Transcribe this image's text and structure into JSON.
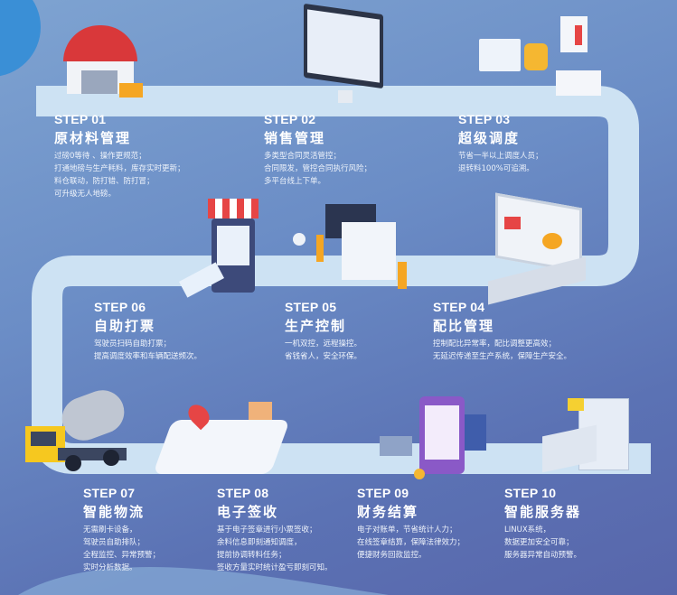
{
  "colors": {
    "path": "#cde2f3",
    "accent": "#e64545",
    "orange": "#f5a623"
  },
  "steps": [
    {
      "num": "STEP 01",
      "title": "原材料管理",
      "desc": [
        "过磅0等待 、操作更规范；",
        "打通地磅与生产耗料，库存实时更新；",
        "料仓联动，防打错、防打冒；",
        "可升级无人地磅。"
      ]
    },
    {
      "num": "STEP 02",
      "title": "销售管理",
      "desc": [
        "多类型合同灵活管控；",
        "合同限发，管控合同执行风险；",
        "多平台线上下单。"
      ]
    },
    {
      "num": "STEP 03",
      "title": "超级调度",
      "desc": [
        "节省一半以上调度人员；",
        "退转料100%可追溯。"
      ]
    },
    {
      "num": "STEP 04",
      "title": "配比管理",
      "desc": [
        "控制配比异常率，配比调整更高效；",
        "无延迟传递至生产系统，保障生产安全。"
      ]
    },
    {
      "num": "STEP 05",
      "title": "生产控制",
      "desc": [
        "一机双控，远程操控。",
        "省钱省人，安全环保。"
      ]
    },
    {
      "num": "STEP 06",
      "title": "自助打票",
      "desc": [
        "驾驶员扫码自助打票；",
        "提高调度效率和车辆配送频次。"
      ]
    },
    {
      "num": "STEP 07",
      "title": "智能物流",
      "desc": [
        "无需刷卡设备，",
        "驾驶员自助排队；",
        "全程监控、异常预警；",
        "实时分析数据。"
      ]
    },
    {
      "num": "STEP 08",
      "title": "电子签收",
      "desc": [
        "基于电子签章进行小票签收；",
        "余料信息即刻通知调度，",
        "提前协调转料任务；",
        "签收方量实时统计盈亏即刻可知。"
      ]
    },
    {
      "num": "STEP 09",
      "title": "财务结算",
      "desc": [
        "电子对账单，节省统计人力；",
        "在线签章结算，保障法律效力；",
        "便捷财务回款监控。"
      ]
    },
    {
      "num": "STEP 10",
      "title": "智能服务器",
      "desc": [
        "LINUX系统，",
        "数据更加安全可靠；",
        "服务器异常自动预警。"
      ]
    }
  ]
}
